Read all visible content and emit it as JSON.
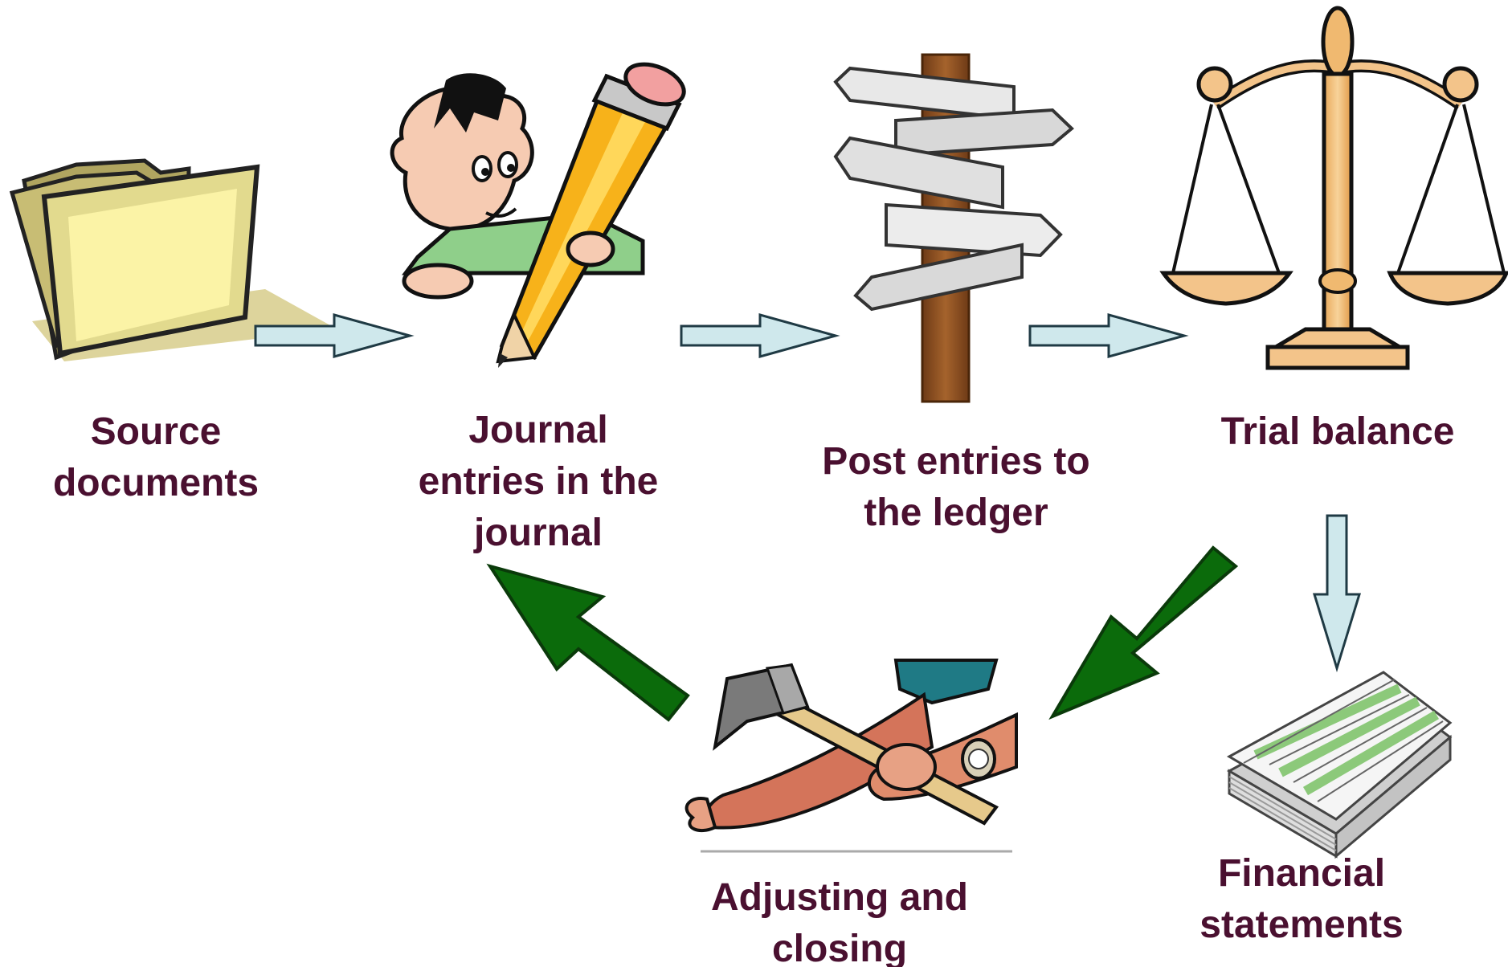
{
  "steps": {
    "source": {
      "line1": "Source",
      "line2": "documents",
      "icon": "folder-icon"
    },
    "journal": {
      "line1": "Journal",
      "line2": "entries in the",
      "line3": "journal",
      "icon": "pencil-writer-icon"
    },
    "post": {
      "line1": "Post entries to",
      "line2": "the ledger",
      "icon": "signpost-icon"
    },
    "trial": {
      "line1": "Trial balance",
      "icon": "balance-scale-icon"
    },
    "financial": {
      "line1": "Financial",
      "line2": "statements",
      "icon": "report-stack-icon"
    },
    "adjusting": {
      "line1": "Adjusting and",
      "line2": "closing",
      "icon": "hammer-icon"
    }
  },
  "colors": {
    "label_text": "#4a1030",
    "flow_arrow_fill": "#cfe8ec",
    "cycle_arrow_fill": "#0b6b0b"
  }
}
